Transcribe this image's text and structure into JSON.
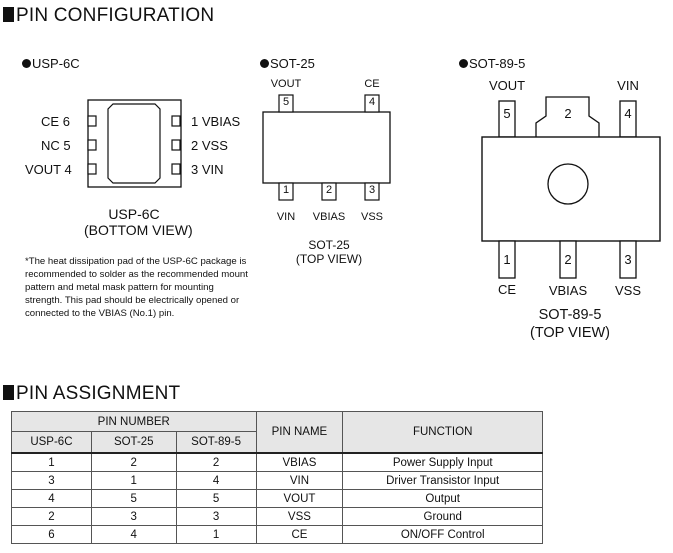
{
  "pin_configuration": {
    "title": "PIN CONFIGURATION",
    "usp6c": {
      "title": "USP-6C",
      "left_pins": [
        {
          "name": "CE",
          "num": "6"
        },
        {
          "name": "NC",
          "num": "5"
        },
        {
          "name": "VOUT",
          "num": "4"
        }
      ],
      "right_pins": [
        {
          "num": "1",
          "name": "VBIAS"
        },
        {
          "num": "2",
          "name": "VSS"
        },
        {
          "num": "3",
          "name": "VIN"
        }
      ],
      "caption_line1": "USP-6C",
      "caption_line2": "(BOTTOM VIEW)",
      "note": "*The heat dissipation pad of the USP-6C package is recommended to solder as the recommended mount pattern and metal mask pattern for mounting strength. This pad should be electrically opened or connected to the VBIAS (No.1) pin."
    },
    "sot25": {
      "title": "SOT-25",
      "top_pins": [
        {
          "num": "5",
          "name": "VOUT"
        },
        {
          "num": "4",
          "name": "CE"
        }
      ],
      "bottom_pins": [
        {
          "num": "1",
          "name": "VIN"
        },
        {
          "num": "2",
          "name": "VBIAS"
        },
        {
          "num": "3",
          "name": "VSS"
        }
      ],
      "caption_line1": "SOT-25",
      "caption_line2": "(TOP VIEW)"
    },
    "sot89": {
      "title": "SOT-89-5",
      "top_pins": [
        {
          "num": "5",
          "name": "VOUT"
        },
        {
          "num": "2",
          "name": ""
        },
        {
          "num": "4",
          "name": "VIN"
        }
      ],
      "bottom_pins": [
        {
          "num": "1",
          "name": "CE"
        },
        {
          "num": "2",
          "name": "VBIAS"
        },
        {
          "num": "3",
          "name": "VSS"
        }
      ],
      "caption_line1": "SOT-89-5",
      "caption_line2": "(TOP VIEW)"
    }
  },
  "pin_assignment": {
    "title": "PIN ASSIGNMENT",
    "group_header": "PIN NUMBER",
    "headers": [
      "USP-6C",
      "SOT-25",
      "SOT-89-5",
      "PIN NAME",
      "FUNCTION"
    ],
    "rows": [
      [
        "1",
        "2",
        "2",
        "VBIAS",
        "Power Supply Input"
      ],
      [
        "3",
        "1",
        "4",
        "VIN",
        "Driver Transistor Input"
      ],
      [
        "4",
        "5",
        "5",
        "VOUT",
        "Output"
      ],
      [
        "2",
        "3",
        "3",
        "VSS",
        "Ground"
      ],
      [
        "6",
        "4",
        "1",
        "CE",
        "ON/OFF Control"
      ]
    ]
  }
}
